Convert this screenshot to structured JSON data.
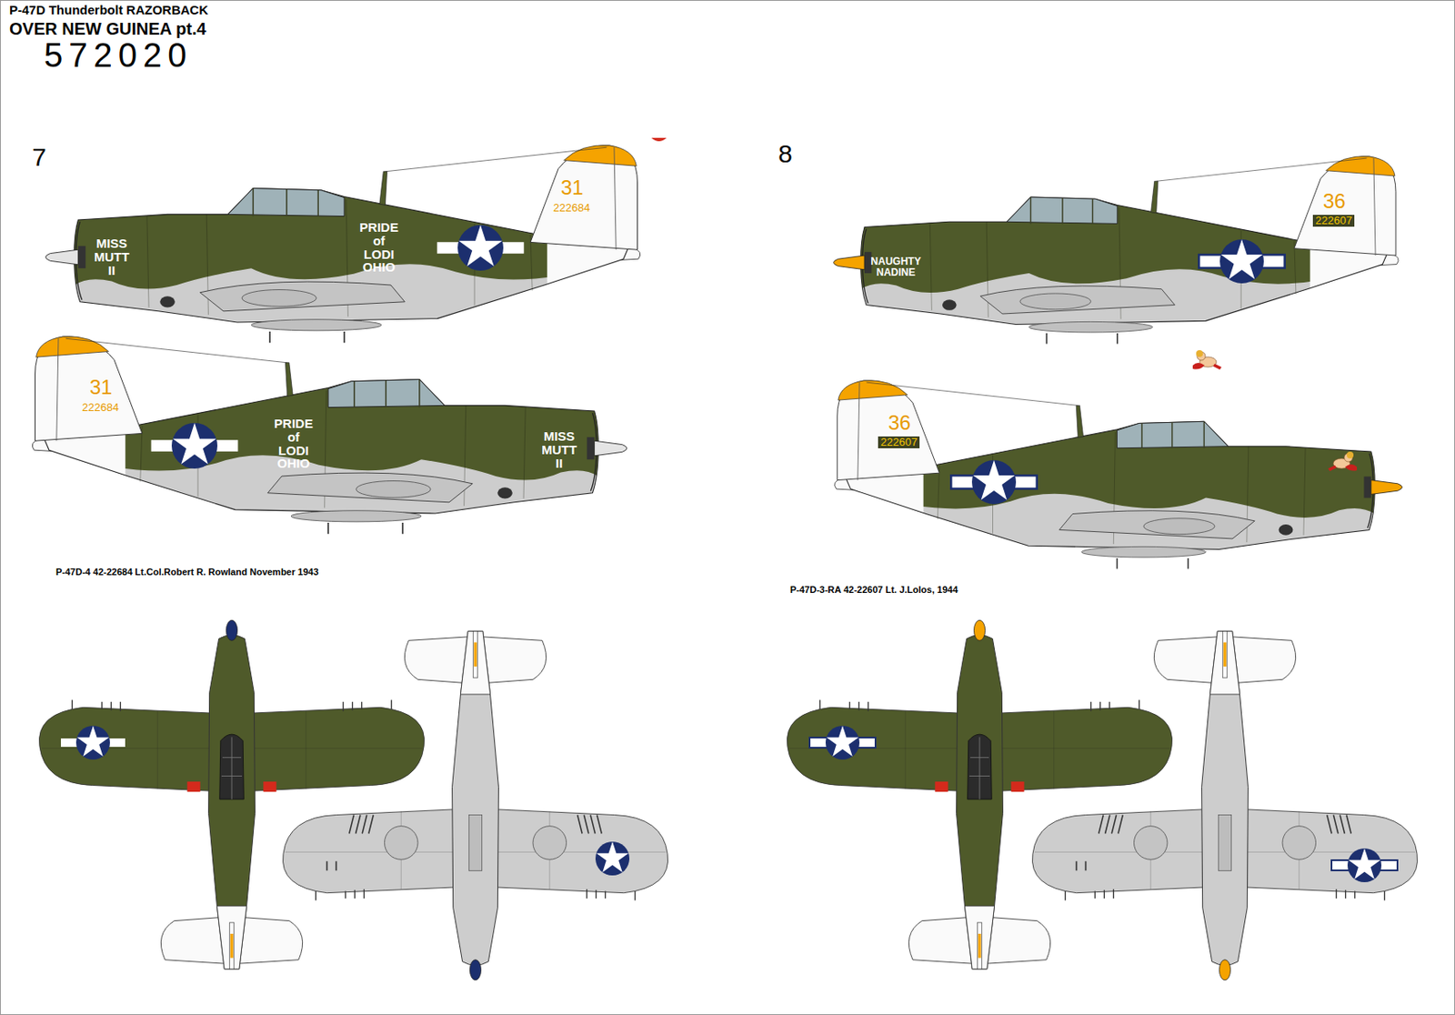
{
  "diagram": {
    "title": "P-47D Thunderbolt RAZORBACK",
    "labels": [
      "OVER NEW GUINEA pt.4",
      "572020",
      "7",
      "MISS MUTT II",
      "PRIDE of LODI OHIO",
      "31",
      "222684",
      "31",
      "222684",
      "PRIDE of LODI OHIO",
      "MISS MUTT II",
      "P-47D-4 42-22684 Lt.Col.Robert R. Rowland November 1943",
      "8",
      "NAUGHTY NADINE",
      "36",
      "222607",
      "36",
      "222607",
      "P-47D-3-RA 42-22607 Lt. J.Lolos, 1944"
    ]
  }
}
